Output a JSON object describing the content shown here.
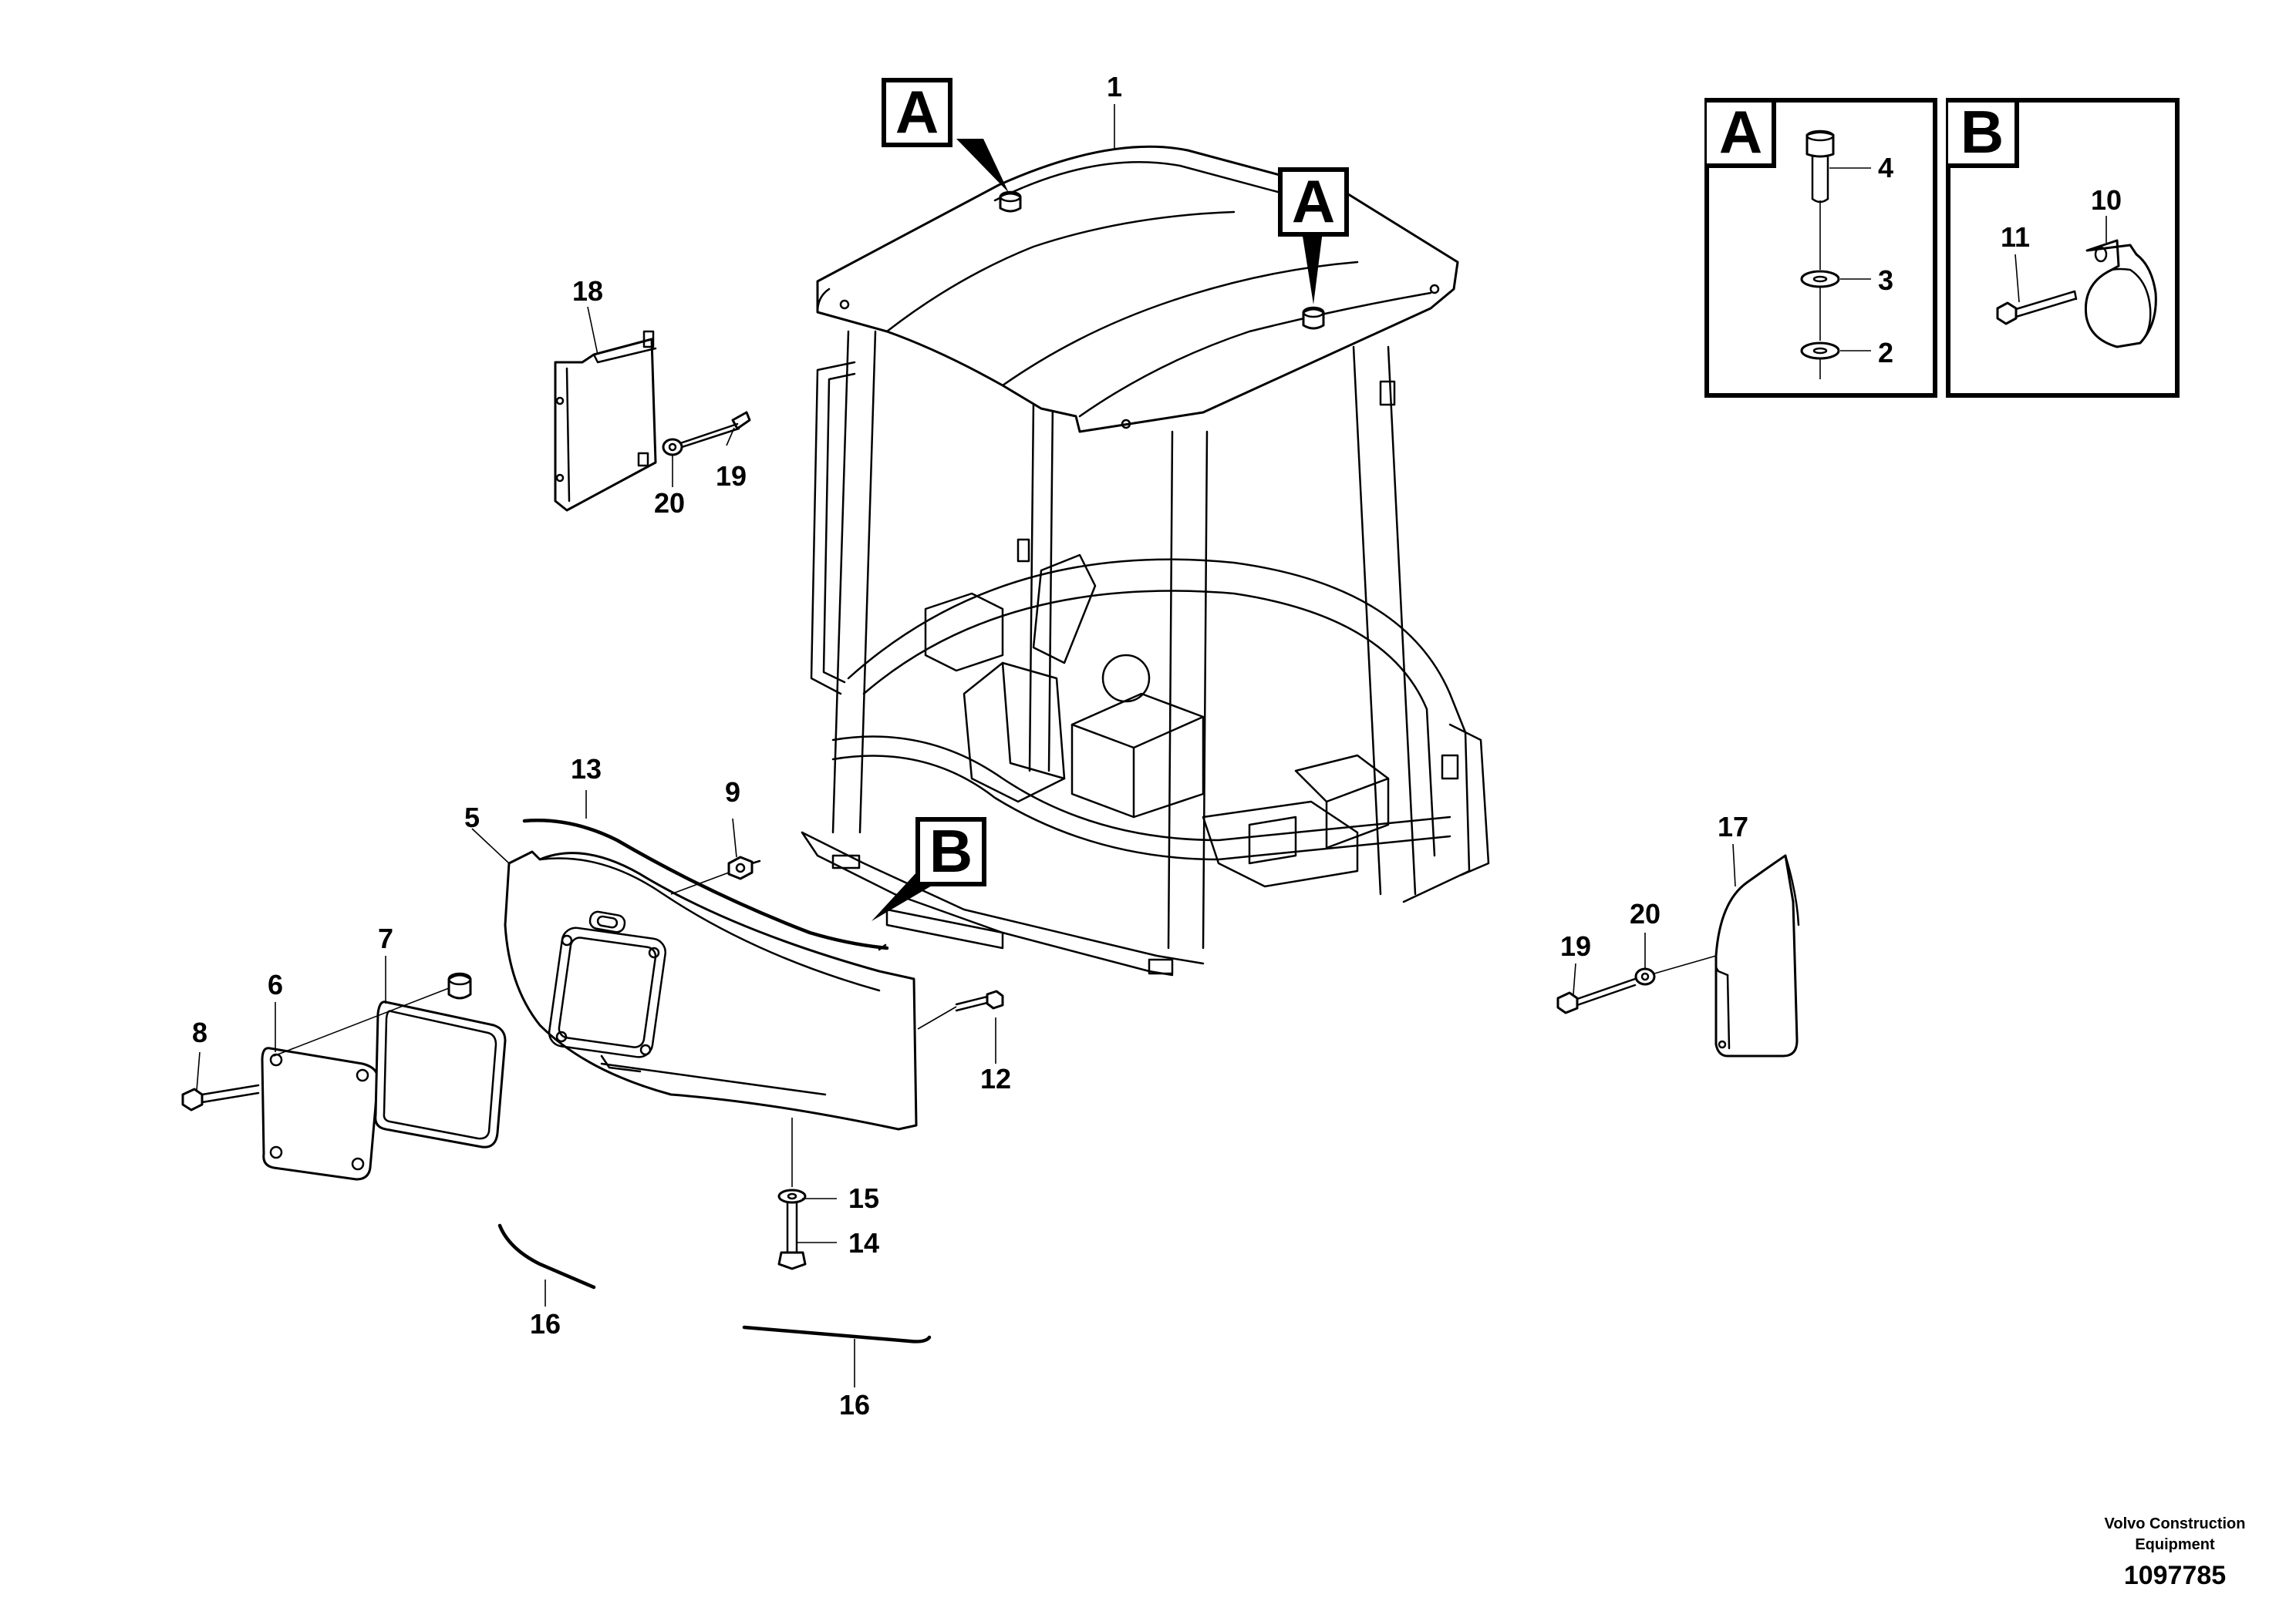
{
  "callouts": {
    "c1": "1",
    "c2": "2",
    "c3": "3",
    "c4": "4",
    "c5": "5",
    "c6": "6",
    "c7": "7",
    "c8": "8",
    "c9": "9",
    "c10": "10",
    "c11": "11",
    "c12": "12",
    "c13": "13",
    "c14": "14",
    "c15": "15",
    "c16a": "16",
    "c16b": "16",
    "c17": "17",
    "c18": "18",
    "c19a": "19",
    "c19b": "19",
    "c20a": "20",
    "c20b": "20"
  },
  "detail_markers": {
    "a_main_left": "A",
    "a_main_right": "A",
    "b_main": "B",
    "a_inset": "A",
    "b_inset": "B"
  },
  "footer": {
    "brand_line1": "Volvo Construction",
    "brand_line2": "Equipment",
    "drawing_number": "1097785"
  }
}
